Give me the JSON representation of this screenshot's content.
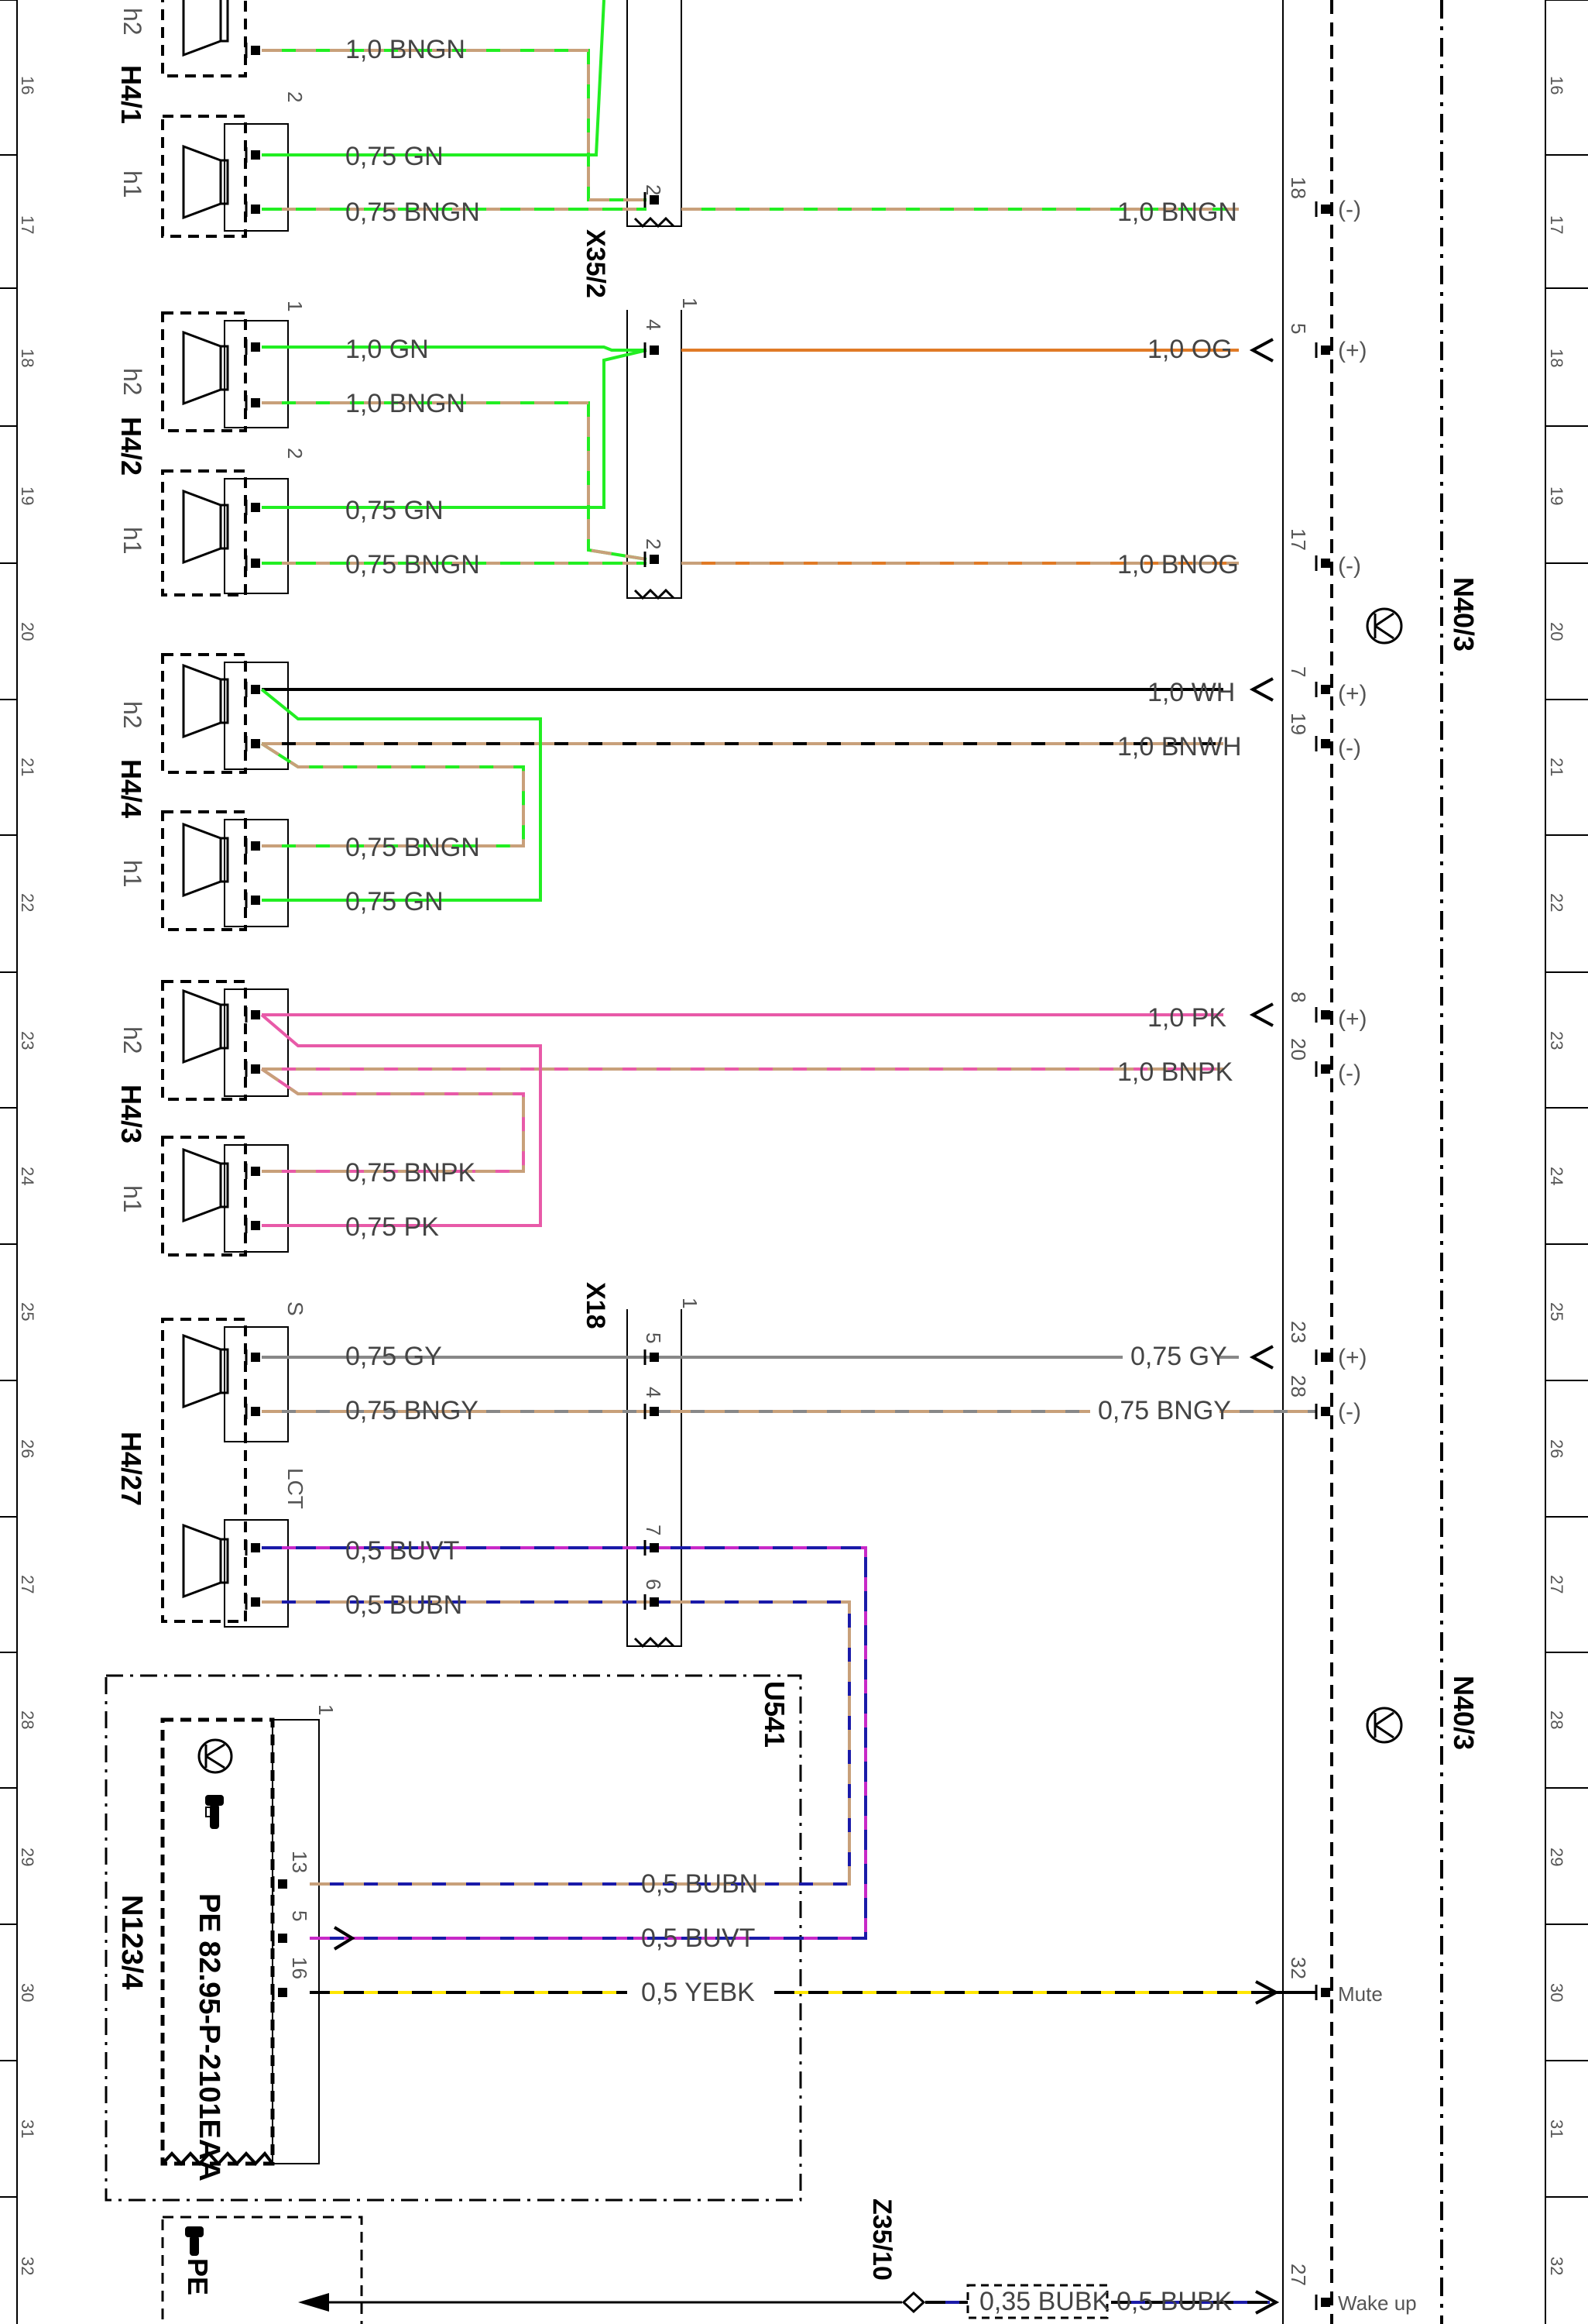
{
  "sheet": {
    "row_numbers": [
      "16",
      "17",
      "18",
      "19",
      "20",
      "21",
      "22",
      "23",
      "24",
      "25",
      "26",
      "27",
      "28",
      "29",
      "30",
      "31",
      "32"
    ]
  },
  "components": {
    "h4_1": {
      "label": "H4/1"
    },
    "h4_2": {
      "label": "H4/2"
    },
    "h4_4": {
      "label": "H4/4"
    },
    "h4_3": {
      "label": "H4/3"
    },
    "h4_27": {
      "label": "H4/27"
    },
    "connector_x35_2": {
      "label": "X35/2"
    },
    "connector_x18": {
      "label": "X18"
    },
    "u541": {
      "label": "U541"
    },
    "n123_4": {
      "label": "N123/4",
      "ref": "PE 82.95-P-2101EAA"
    },
    "n40_3": {
      "label": "N40/3"
    },
    "z35_10": {
      "label": "Z35/10"
    },
    "pe_ref": {
      "label": "PE"
    }
  },
  "speaker_pin_labels": {
    "h1": "h1",
    "h2": "h2",
    "s": "S",
    "lct": "LCT",
    "pin_1": "1",
    "pin_2": "2",
    "plus": "+",
    "minus": "-"
  },
  "wires": {
    "h4_1_top": "1,0 BNGN",
    "h4_1_h1_gn": "0,75 GN",
    "h4_1_h1_bngn": "0,75 BNGN",
    "h4_1_right": "1,0 BNGN",
    "h4_2_h2_gn": "1,0 GN",
    "h4_2_h2_bngn": "1,0 BNGN",
    "h4_2_h1_gn": "0,75 GN",
    "h4_2_h1_bngn": "0,75 BNGN",
    "og_right": "1,0 OG",
    "bnog_right": "1,0 BNOG",
    "wh_right": "1,0 WH",
    "bnwh_right": "1,0 BNWH",
    "h4_4_bngn": "0,75 BNGN",
    "h4_4_gn": "0,75 GN",
    "pk_right": "1,0 PK",
    "bnpk_right": "1,0 BNPK",
    "h4_3_bnpk": "0,75 BNPK",
    "h4_3_pk": "0,75 PK",
    "gy_left": "0,75 GY",
    "bngy_left": "0,75 BNGY",
    "gy_right": "0,75 GY",
    "bngy_right": "0,75 BNGY",
    "buvt_left": "0,5 BUVT",
    "bubn_left": "0,5 BUBN",
    "bubn_u541": "0,5 BUBN",
    "buvt_u541": "0,5 BUVT",
    "yebk_u541": "0,5 YEBK",
    "bubk_035": "0,35 BUBK",
    "bubk_05": "0,5 BUBK"
  },
  "pins": {
    "x35_2": {
      "p1": "1",
      "p2": "2",
      "p4": "4"
    },
    "x18": {
      "p1": "1",
      "p4": "4",
      "p5": "5",
      "p6": "6",
      "p7": "7"
    },
    "n123_4": {
      "p1": "1",
      "p5": "5",
      "p13": "13",
      "p16": "16"
    },
    "n40_3": {
      "p5": "5",
      "p7": "7",
      "p8": "8",
      "p17": "17",
      "p18": "18",
      "p19": "19",
      "p20": "20",
      "p23": "23",
      "p27": "27",
      "p28": "28",
      "p32": "32"
    },
    "top_sub_1": "1",
    "top_sub_2": "2"
  },
  "n40_3_signals": {
    "plus": "(+)",
    "minus": "(-)",
    "mute": "Mute",
    "wake_up": "Wake up"
  },
  "colors": {
    "GN": "#22ee22",
    "BN": "#c8a07a",
    "OG": "#e07a26",
    "PK": "#e85aa8",
    "GY": "#888888",
    "BU": "#1a1aa8",
    "VT": "#c829c8",
    "YE": "#ffe600",
    "BK": "#000000",
    "WH": "#000000"
  }
}
